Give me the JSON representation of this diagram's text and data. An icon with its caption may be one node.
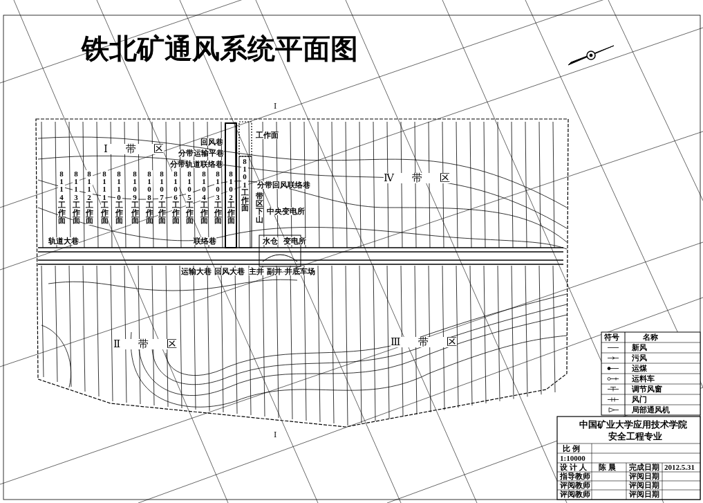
{
  "diagram": {
    "title": "铁北矿通风系统平面图",
    "labels": [
      "Ⅰ",
      "Ⅰ 带 区",
      "Ⅳ 带 区",
      "8114工作面",
      "8113工作面",
      "8112工作面",
      "8111工作面",
      "8110工作面",
      "8109工作面",
      "8108工作面",
      "8107工作面",
      "8106工作面",
      "8105工作面",
      "8104工作面",
      "工作面",
      "回风巷",
      "分带运输平巷",
      "分带轨道联络巷",
      "8103工作面",
      "8102工作面",
      "8101工作面",
      "分带回风联络巷",
      "带区下山",
      "中央变电所",
      "轨道大巷",
      "联络巷",
      "水仓",
      "变电所",
      "运输大巷",
      "回风大巷",
      "主井",
      "副井",
      "井底车场",
      "Ⅱ 带 区",
      "Ⅲ 带 区",
      "Ⅰ",
      "符号",
      "名称",
      "中国矿业大学应用技术学院",
      "安全工程专业",
      "比 例",
      "1:10000",
      "设 计 人",
      "陈 晨",
      "完成日期",
      "2012.5.31",
      "指导教师",
      "评阅日期",
      "评阅教师",
      "评阅日期",
      "评阅教师",
      "评阅日期"
    ],
    "legend": [
      {
        "text": "新风"
      },
      {
        "text": "污风"
      },
      {
        "text": "运煤"
      },
      {
        "text": "运料车"
      },
      {
        "text": "调节风窗"
      },
      {
        "text": "风门"
      },
      {
        "text": "局部通风机"
      }
    ]
  }
}
